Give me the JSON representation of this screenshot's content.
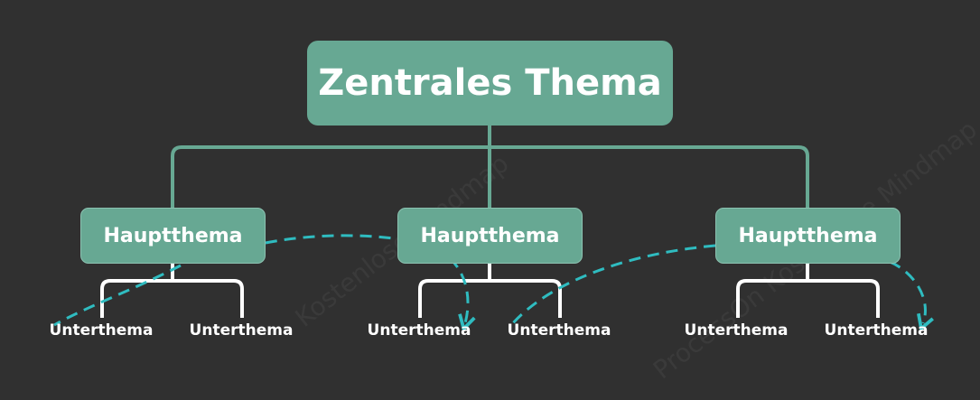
{
  "central": {
    "label": "Zentrales Thema"
  },
  "main_topics": [
    {
      "label": "Hauptthema",
      "subtopics": [
        "Unterthema",
        "Unterthema"
      ]
    },
    {
      "label": "Hauptthema",
      "subtopics": [
        "Unterthema",
        "Unterthema"
      ]
    },
    {
      "label": "Hauptthema",
      "subtopics": [
        "Unterthema",
        "Unterthema"
      ]
    }
  ],
  "colors": {
    "background": "#303030",
    "node_fill": "#67a893",
    "connector_main": "#67a893",
    "connector_sub": "#ffffff",
    "relation_dashed": "#2fbcc0"
  }
}
